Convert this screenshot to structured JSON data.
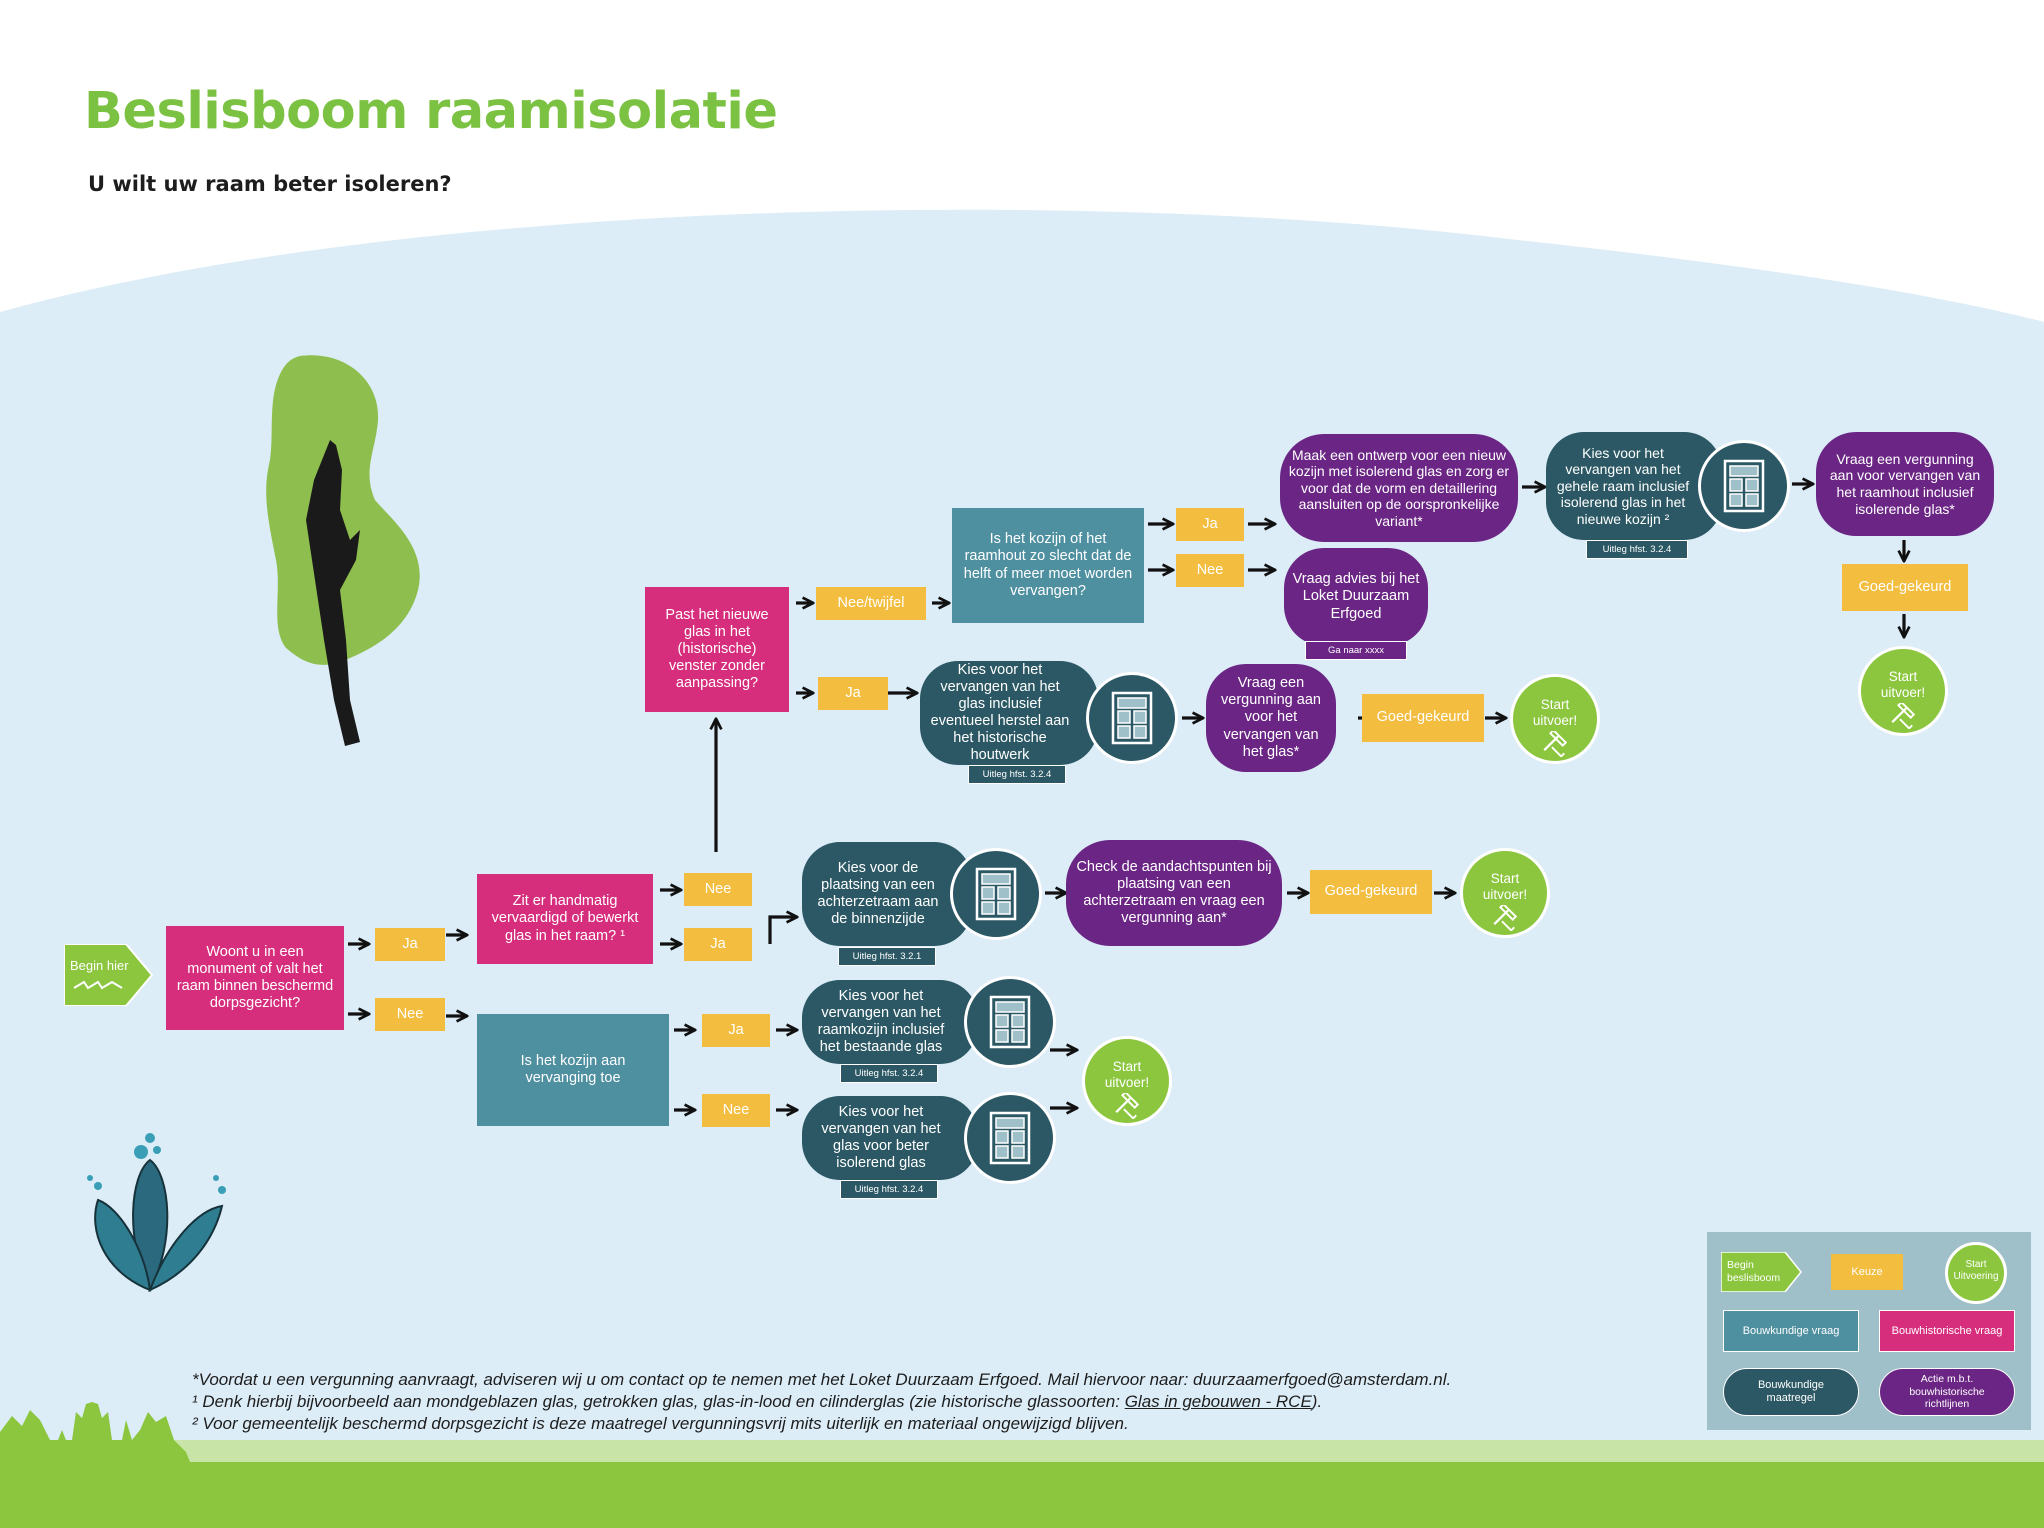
{
  "title": "Beslisboom raamisolatie",
  "subtitle": "U wilt uw raam beter isoleren?",
  "colors": {
    "title_green": "#7cc242",
    "background_sky": "#dcedf8",
    "keuze": "#f3bd3f",
    "bouwkundige_vraag": "#4e8fa0",
    "bouwhistorische_vraag": "#d62d7c",
    "bouwkundige_maatregel": "#2b5864",
    "actie_richtlijnen": "#6b2584",
    "start_uitvoering": "#8cc63f"
  },
  "nodes": {
    "begin": "Begin hier",
    "q_monument": "Woont u in een monument of valt het raam binnen beschermd dorpsgezicht?",
    "ja_1": "Ja",
    "nee_1": "Nee",
    "q_handmatig": "Zit er handmatig vervaardigd of bewerkt glas in het raam? ¹",
    "nee_hand": "Nee",
    "ja_hand": "Ja",
    "q_past": "Past het nieuwe glas in het (historische) venster zonder aanpassing?",
    "nee_twijfel": "Nee/twijfel",
    "ja_past": "Ja",
    "q_kozijn_slecht": "Is het kozijn of het raamhout zo slecht dat de helft of meer moet worden vervangen?",
    "ja_slecht": "Ja",
    "nee_slecht": "Nee",
    "m_ontwerp": "Maak een ontwerp  voor een nieuw kozijn met isolerend glas en zorg er voor dat de vorm en detaillering aansluiten op de oorspronkelijke variant*",
    "m_advies": "Vraag advies bij het Loket Duurzaam Erfgoed",
    "tag_ganaar": "Ga naar xxxx",
    "m_gehele_raam": "Kies voor het vervangen van het gehele raam inclusief isolerend glas in het nieuwe kozijn ²",
    "tag_gehele": "Uitleg hfst. 3.2.4",
    "m_vergunning_raamhout": "Vraag een vergunning aan voor vervangen van het raamhout inclusief isolerende glas*",
    "goed_top": "Goed-gekeurd",
    "start_top": "Start uitvoer!",
    "m_glas_herstel": "Kies voor het vervangen van het glas inclusief eventueel herstel aan het historische houtwerk",
    "tag_glas_herstel": "Uitleg hfst. 3.2.4",
    "m_vergunning_glas": "Vraag een vergunning aan voor het vervangen van het glas*",
    "goed_glas": "Goed-gekeurd",
    "start_glas": "Start uitvoer!",
    "m_achterzetraam": "Kies voor de plaatsing van een achterzetraam aan de binnenzijde",
    "tag_achterzetraam": "Uitleg hfst. 3.2.1",
    "m_check": "Check de aandachtspunten bij plaatsing van een achterzetraam en vraag een vergunning aan*",
    "goed_check": "Goed-gekeurd",
    "start_check": "Start uitvoer!",
    "q_kozijn_toe": "Is het kozijn aan vervanging toe",
    "ja_toe": "Ja",
    "nee_toe": "Nee",
    "m_raamkozijn": "Kies voor het vervangen van het raamkozijn inclusief het bestaande glas",
    "tag_raamkozijn": "Uitleg hfst. 3.2.4",
    "m_beter_glas": "Kies voor het vervangen van het glas voor beter isolerend glas",
    "tag_beter_glas": "Uitleg hfst. 3.2.4",
    "start_bottom": "Start uitvoer!"
  },
  "footnotes": {
    "star": "*Voordat u een vergunning aanvraagt, adviseren wij u om contact op te nemen met het Loket Duurzaam Erfgoed. Mail hiervoor naar: duurzaamerfgoed@amsterdam.nl.",
    "one_prefix": "¹ Denk hierbij bijvoorbeeld aan mondgeblazen glas, getrokken glas, glas-in-lood en cilinderglas (zie historische glassoorten: ",
    "one_link": "Glas in gebouwen - RCE",
    "one_suffix": ").",
    "two": "² Voor gemeentelijk beschermd dorpsgezicht is deze maatregel vergunningsvrij mits uiterlijk en materiaal ongewijzigd blijven."
  },
  "legend": {
    "begin": "Begin beslisboom",
    "keuze": "Keuze",
    "start": "Start Uitvoering",
    "bouwkundige_vraag": "Bouwkundige vraag",
    "bouwhistorische_vraag": "Bouwhistorische vraag",
    "bouwkundige_maatregel": "Bouwkundige maatregel",
    "actie": "Actie m.b.t. bouwhistorische richtlijnen"
  },
  "icons": [
    "tree-illustration",
    "plant-illustration",
    "window-icon",
    "hammer-icon",
    "skyline-silhouette",
    "zigzag-arrow-icon"
  ]
}
